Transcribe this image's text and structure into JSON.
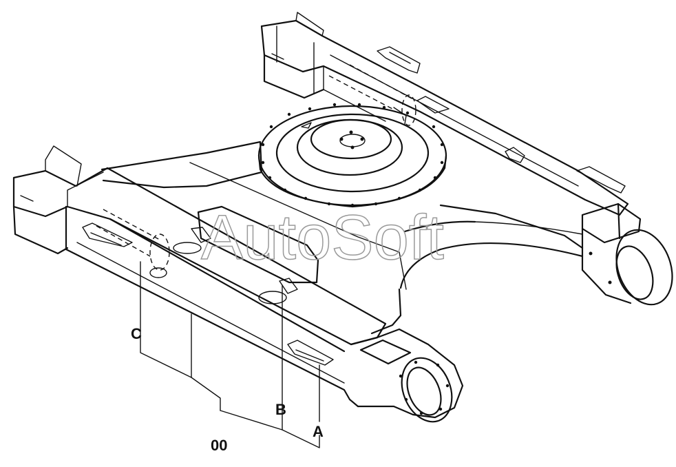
{
  "watermark": "AutoSoft",
  "callouts": {
    "a": "A",
    "b": "B",
    "c": "C",
    "assembly": "00"
  }
}
